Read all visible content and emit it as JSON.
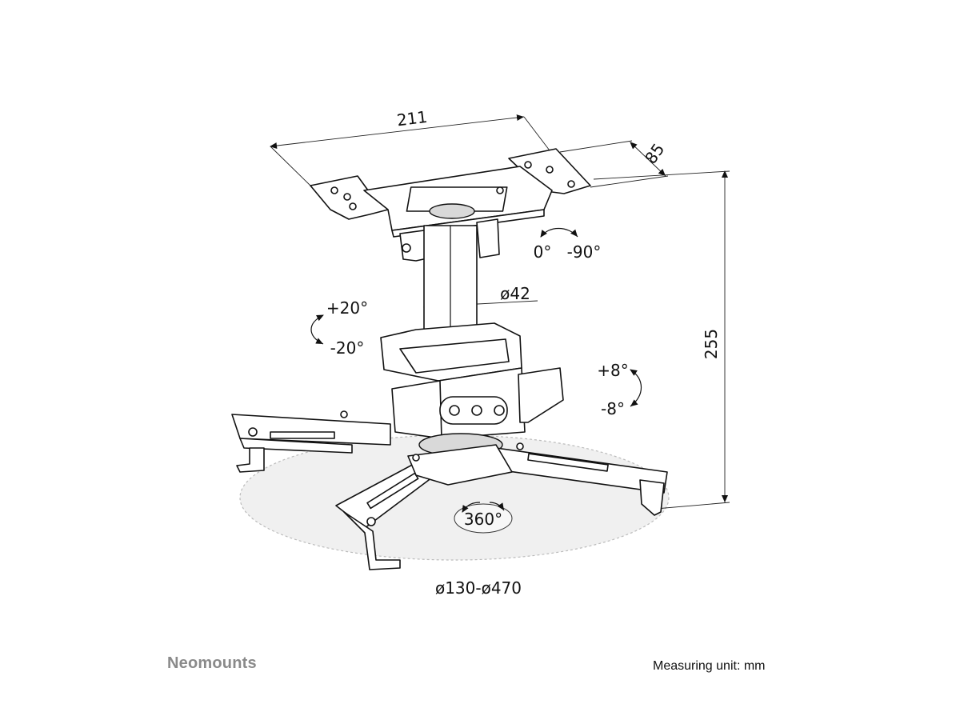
{
  "brand": "Neomounts",
  "measuring_unit": "Measuring unit: mm",
  "dimensions": {
    "width": "211",
    "depth": "85",
    "height": "255",
    "pole_diameter": "ø42",
    "arm_span": "ø130-ø470"
  },
  "rotations": {
    "swivel_top_a": "0°",
    "swivel_top_b": "-90°",
    "tilt_up": "+20°",
    "tilt_down": "-20°",
    "roll_up": "+8°",
    "roll_down": "-8°",
    "rotation": "360°"
  }
}
